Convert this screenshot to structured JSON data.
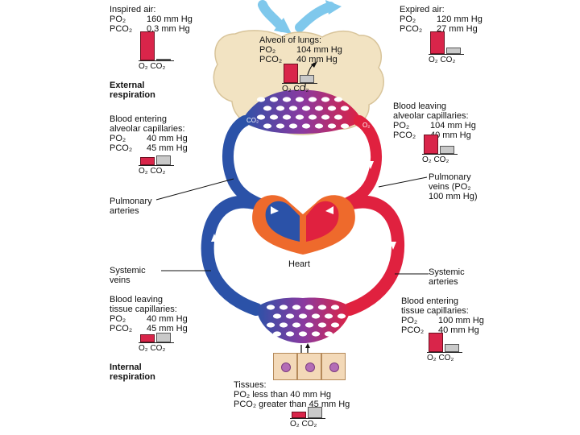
{
  "inspired_air": {
    "title": "Inspired air:",
    "po2_label": "PO₂",
    "po2_value": "160 mm Hg",
    "pco2_label": "PCO₂",
    "pco2_value": "0.3 mm Hg",
    "o2_level": 0.9,
    "co2_level": 0.0
  },
  "expired_air": {
    "title": "Expired air:",
    "po2_label": "PO₂",
    "po2_value": "120 mm Hg",
    "pco2_label": "PCO₂",
    "pco2_value": "27 mm Hg",
    "o2_level": 0.7,
    "co2_level": 0.2
  },
  "alveoli": {
    "title": "Alveoli of lungs:",
    "po2_label": "PO₂",
    "po2_value": "104 mm Hg",
    "pco2_label": "PCO₂",
    "pco2_value": "40 mm Hg",
    "o2_level": 0.6,
    "co2_level": 0.25
  },
  "external_respiration": {
    "line1": "External",
    "line2": "respiration"
  },
  "blood_entering_alveolar": {
    "line1": "Blood entering",
    "line2": "alveolar capillaries:",
    "po2_label": "PO₂",
    "po2_value": "40 mm Hg",
    "pco2_label": "PCO₂",
    "pco2_value": "45 mm Hg",
    "o2_level": 0.25,
    "co2_level": 0.3
  },
  "blood_leaving_alveolar": {
    "line1": "Blood leaving",
    "line2": "alveolar capillaries:",
    "po2_label": "PO₂",
    "po2_value": "104 mm Hg",
    "pco2_label": "PCO₂",
    "pco2_value": "40 mm Hg",
    "o2_level": 0.6,
    "co2_level": 0.25
  },
  "pulmonary_veins": {
    "line1": "Pulmonary",
    "line2": "veins (PO₂",
    "line3": "100 mm Hg)"
  },
  "pulmonary_arteries": {
    "line1": "Pulmonary",
    "line2": "arteries"
  },
  "heart_label": "Heart",
  "systemic_veins": {
    "line1": "Systemic",
    "line2": "veins"
  },
  "systemic_arteries": {
    "line1": "Systemic",
    "line2": "arteries"
  },
  "blood_leaving_tissue": {
    "line1": "Blood leaving",
    "line2": "tissue capillaries:",
    "po2_label": "PO₂",
    "po2_value": "40 mm Hg",
    "pco2_label": "PCO₂",
    "pco2_value": "45 mm Hg",
    "o2_level": 0.25,
    "co2_level": 0.3
  },
  "blood_entering_tissue": {
    "line1": "Blood entering",
    "line2": "tissue capillaries:",
    "po2_label": "PO₂",
    "po2_value": "100 mm Hg",
    "pco2_label": "PCO₂",
    "pco2_value": "40 mm Hg",
    "o2_level": 0.6,
    "co2_level": 0.25
  },
  "internal_respiration": {
    "line1": "Internal",
    "line2": "respiration"
  },
  "tissues": {
    "title": "Tissues:",
    "line1": "PO₂ less than 40 mm Hg",
    "line2": "PCO₂ greater than 45 mm Hg",
    "o2_level": 0.2,
    "co2_level": 0.35
  },
  "gauge_axis_label": "O₂ CO₂",
  "vessel_labels": {
    "o2": "O₂",
    "co2": "CO₂"
  },
  "colors": {
    "oxygenated": "#e0213f",
    "deoxygenated": "#2b52a8",
    "lung": "#f2e3c2",
    "air_arrow": "#7fc8ec",
    "co2_bar": "#c9c9c9"
  }
}
